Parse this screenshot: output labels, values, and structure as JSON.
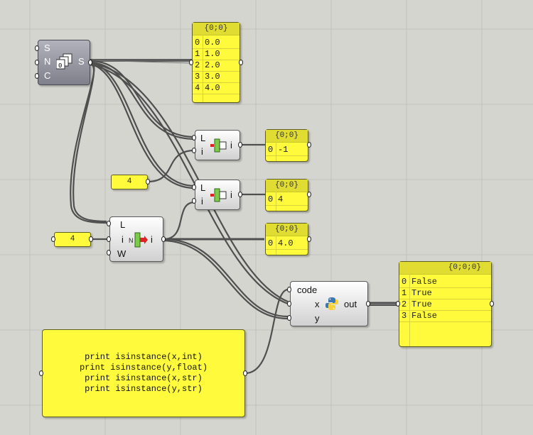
{
  "series_component": {
    "inputs": [
      "S",
      "N",
      "C"
    ],
    "output": "S",
    "icon": "series-icon"
  },
  "series_panel": {
    "header": "{0;0}",
    "rows": [
      {
        "i": "0",
        "v": "0.0"
      },
      {
        "i": "1",
        "v": "1.0"
      },
      {
        "i": "2",
        "v": "2.0"
      },
      {
        "i": "3",
        "v": "3.0"
      },
      {
        "i": "4",
        "v": "4.0"
      }
    ]
  },
  "list_item_1": {
    "inputs": [
      "L",
      "i"
    ],
    "output": "i",
    "icon": "list-item-icon"
  },
  "list_item_2": {
    "inputs": [
      "L",
      "i"
    ],
    "output": "i",
    "icon": "list-item-icon"
  },
  "panel_neg": {
    "header": "{0;0}",
    "rows": [
      {
        "i": "0",
        "v": "-1"
      }
    ]
  },
  "panel_four": {
    "header": "{0;0}",
    "rows": [
      {
        "i": "0",
        "v": "4"
      }
    ]
  },
  "panel_float": {
    "header": "{0;0}",
    "rows": [
      {
        "i": "0",
        "v": "4.0"
      }
    ]
  },
  "slider_top": {
    "value": "4"
  },
  "slider_left": {
    "value": "4"
  },
  "list_item_main": {
    "inputs": [
      "L",
      "i",
      "W"
    ],
    "output": "i",
    "icon": "list-item-wrap-icon"
  },
  "python": {
    "inputs": [
      "code",
      "x",
      "y"
    ],
    "output": "out",
    "icon": "python-icon"
  },
  "result_panel": {
    "header": "{0;0;0}",
    "rows": [
      {
        "i": "0",
        "v": "False"
      },
      {
        "i": "1",
        "v": "True"
      },
      {
        "i": "2",
        "v": "True"
      },
      {
        "i": "3",
        "v": "False"
      }
    ]
  },
  "code_panel": {
    "lines": [
      "print isinstance(x,int)",
      "print isinstance(y,float)",
      "print isinstance(x,str)",
      "print isinstance(y,str)"
    ]
  },
  "colors": {
    "canvas": "#d5d5d0",
    "panel": "#fffa3c",
    "wire": "#555555"
  }
}
